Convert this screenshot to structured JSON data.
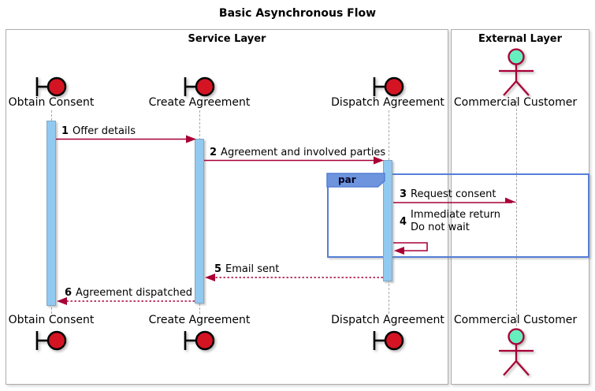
{
  "diagram": {
    "title": "Basic Asynchronous Flow",
    "type": "uml-sequence"
  },
  "frames": [
    {
      "label": "Service Layer"
    },
    {
      "label": "External Layer"
    }
  ],
  "participants": [
    {
      "name": "Obtain Consent",
      "kind": "boundary",
      "frame": "Service Layer"
    },
    {
      "name": "Create Agreement",
      "kind": "boundary",
      "frame": "Service Layer"
    },
    {
      "name": "Dispatch Agreement",
      "kind": "boundary",
      "frame": "Service Layer"
    },
    {
      "name": "Commercial Customer",
      "kind": "actor",
      "frame": "External Layer"
    }
  ],
  "fragment": {
    "operator": "par"
  },
  "messages": [
    {
      "num": "1",
      "label": "Offer details",
      "from": "Obtain Consent",
      "to": "Create Agreement",
      "line": "solid",
      "arrow": "filled"
    },
    {
      "num": "2",
      "label": "Agreement and involved parties",
      "from": "Create Agreement",
      "to": "Dispatch Agreement",
      "line": "solid",
      "arrow": "filled"
    },
    {
      "num": "3",
      "label": "Request consent",
      "from": "Dispatch Agreement",
      "to": "Commercial Customer",
      "line": "solid",
      "arrow": "async-half"
    },
    {
      "num": "4",
      "lines": [
        "Immediate return",
        "Do not wait"
      ],
      "from": "Dispatch Agreement",
      "to": "Dispatch Agreement",
      "line": "solid",
      "arrow": "filled"
    },
    {
      "num": "5",
      "label": "Email sent",
      "from": "Dispatch Agreement",
      "to": "Create Agreement",
      "line": "dotted",
      "arrow": "filled"
    },
    {
      "num": "6",
      "label": "Agreement dispatched",
      "from": "Create Agreement",
      "to": "Obtain Consent",
      "line": "dotted",
      "arrow": "filled"
    }
  ],
  "colors": {
    "arrow": "#A80036",
    "activation_fill": "#91C9F0",
    "activation_border": "#7FA8C6",
    "boundary_fill": "#D41423",
    "boundary_stroke": "#000000",
    "actor_head_fill": "#66EEC1",
    "actor_stroke": "#A80036",
    "par_header_fill": "#6D94DC",
    "par_border": "#567FD6",
    "lifeline": "#A8A8A8",
    "frame_border": "#ADADAD"
  }
}
